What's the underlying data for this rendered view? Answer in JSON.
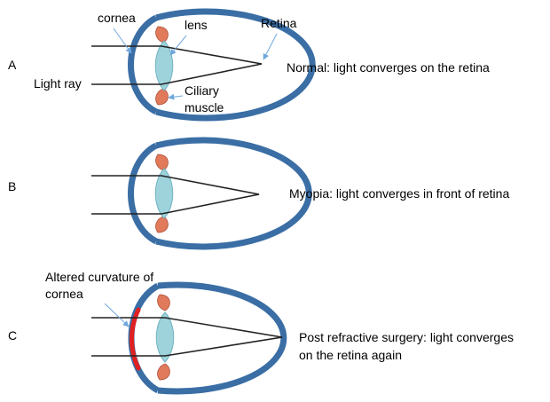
{
  "panels": [
    {
      "letter": "A",
      "caption": "Normal: light converges on the retina",
      "labels": {
        "cornea": "cornea",
        "lens": "lens",
        "retina": "Retina",
        "light_ray": "Light ray",
        "ciliary_1": "Ciliary",
        "ciliary_2": "muscle"
      }
    },
    {
      "letter": "B",
      "caption": "Myopia: light converges in front of retina"
    },
    {
      "letter": "C",
      "caption_1": "Post refractive surgery: light converges",
      "caption_2": "on the retina again",
      "altered_1": "Altered curvature of",
      "altered_2": "cornea"
    }
  ],
  "colors": {
    "eye_wall": "#3a6ea5",
    "lens": "#9fd3dc",
    "ciliary_muscle": "#e07a5a",
    "altered_cornea": "#e02020",
    "pointer_arrow": "#6fa8dc"
  }
}
